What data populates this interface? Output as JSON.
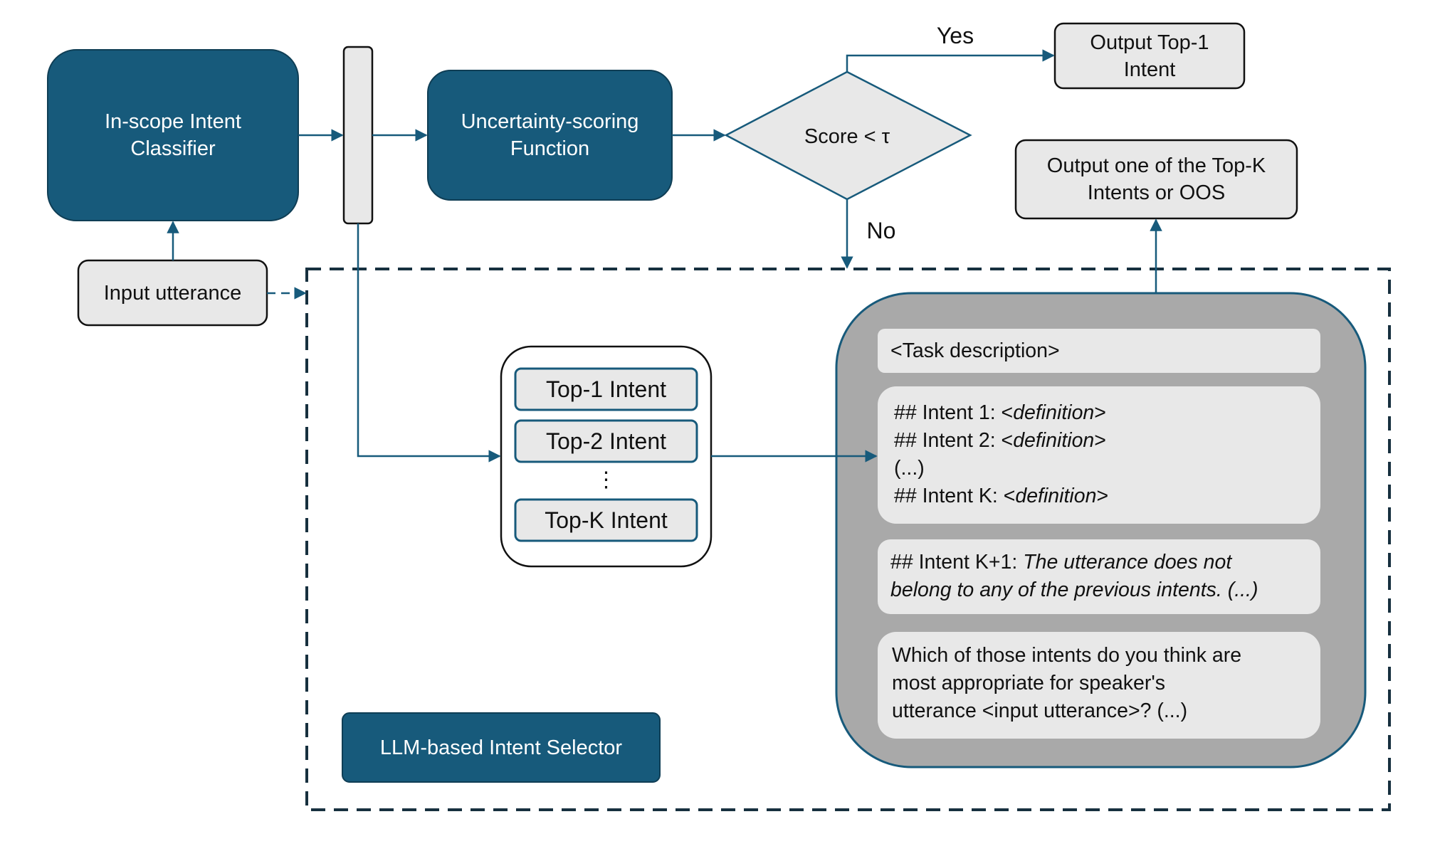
{
  "colors": {
    "dark_box": "#175a7b",
    "light_box": "#e8e8e8",
    "panel": "#a9a9a9",
    "line": "#175a7b",
    "dashed_border": "#17303f"
  },
  "nodes": {
    "classifier": {
      "line1": "In-scope Intent",
      "line2": "Classifier"
    },
    "input_utterance": "Input utterance",
    "uncertainty": {
      "line1": "Uncertainty-scoring",
      "line2": "Function"
    },
    "decision": "Score < τ",
    "output_top1": {
      "line1": "Output Top-1",
      "line2": "Intent"
    },
    "output_topk": {
      "line1": "Output one of the Top-K",
      "line2": "Intents or OOS"
    },
    "selector": "LLM-based Intent Selector"
  },
  "edges": {
    "yes": "Yes",
    "no": "No"
  },
  "topk_list": {
    "top1": "Top-1 Intent",
    "top2": "Top-2 Intent",
    "dots": "⋮",
    "topk": "Top-K Intent"
  },
  "prompt": {
    "task": "<Task description>",
    "intent1_prefix": "## Intent 1: <",
    "intent1_def": "definition",
    "intent1_suffix": ">",
    "intent2_prefix": "## Intent 2: <",
    "intent2_def": "definition",
    "intent2_suffix": ">",
    "ellipsis": "(...)",
    "intentk_prefix": "## Intent K: <",
    "intentk_def": "definition",
    "intentk_suffix": ">",
    "oos_prefix": "## Intent K+1: ",
    "oos_text1": "The utterance does not",
    "oos_text2": "belong to any of the previous intents. (...)",
    "question_line1": "Which of those intents do you think are",
    "question_line2": "most appropriate for speaker's",
    "question_line3": "utterance <input utterance>? (...)"
  }
}
